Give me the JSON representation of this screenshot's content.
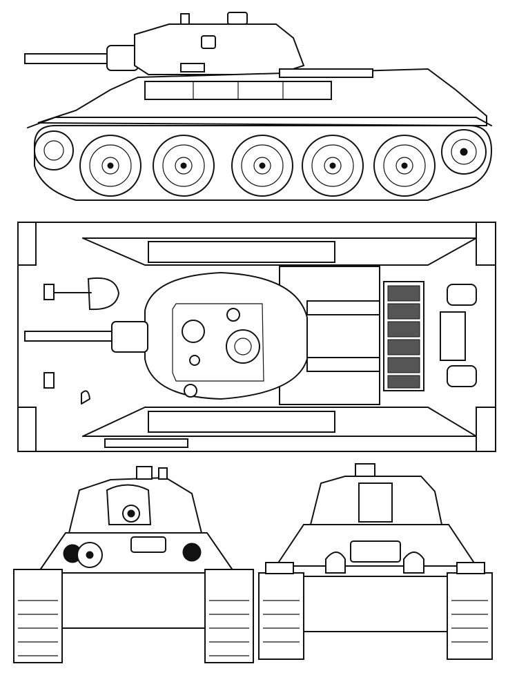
{
  "drawing": {
    "subject": "tank",
    "style": "line-art technical blueprint",
    "line_color": "#111111",
    "background": "#ffffff",
    "views": [
      "side",
      "top",
      "front",
      "rear"
    ]
  },
  "side_view": {
    "road_wheels": 5
  },
  "top_view": {
    "grille_rows": 6
  },
  "front_view": {
    "headlights": 2
  },
  "rear_view": {
    "exhaust_covers": 2
  }
}
